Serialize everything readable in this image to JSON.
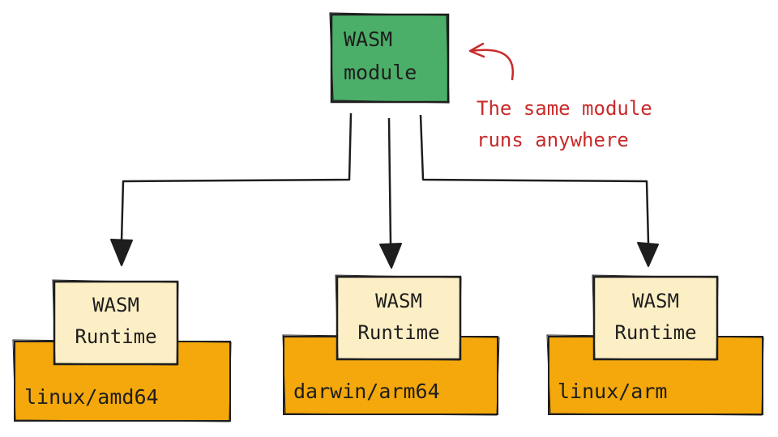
{
  "module": {
    "line1": "WASM",
    "line2": "module",
    "fill": "#4caf69"
  },
  "annotation": {
    "line1": "The same module",
    "line2": "runs anywhere",
    "color": "#c92a2a"
  },
  "runtime": {
    "line1": "WASM",
    "line2": "Runtime",
    "fill": "#fdefc5"
  },
  "platforms": [
    {
      "label": "linux/amd64"
    },
    {
      "label": "darwin/arm64"
    },
    {
      "label": "linux/arm"
    }
  ],
  "platform_fill": "#f4a80b"
}
